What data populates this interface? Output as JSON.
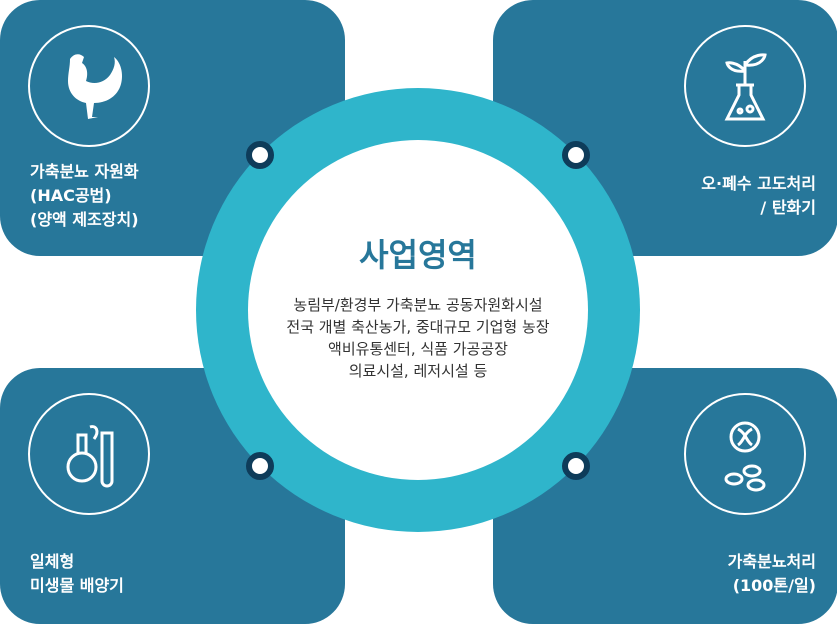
{
  "center": {
    "title": "사업영역",
    "description": "농림부/환경부 가축분뇨 공동자원화시설\n전국 개별 축산농가, 중대규모 기업형 농장\n액비유통센터, 식품 가공공장\n의료시설, 레저시설 등"
  },
  "cards": [
    {
      "label": "가축분뇨 자원화\n(HAC공법)\n(양액 제조장치)",
      "icon": "rooster-icon"
    },
    {
      "label": "오·폐수 고도처리\n/ 탄화기",
      "icon": "plant-flask-icon"
    },
    {
      "label": "일체형\n미생물 배양기",
      "icon": "lab-flask-icon"
    },
    {
      "label": "가축분뇨처리\n(100톤/일)",
      "icon": "dna-pills-icon"
    }
  ],
  "colors": {
    "card": "#27779a",
    "ring": "#2fb5cb",
    "dot_border": "#0e3c5a"
  }
}
